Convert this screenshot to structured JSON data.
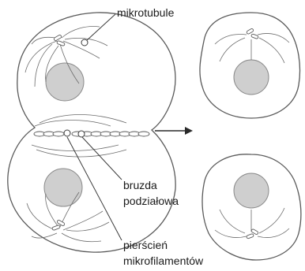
{
  "labels": {
    "microtubules": "mikrotubule",
    "cleavage_furrow_line1": "bruzda",
    "cleavage_furrow_line2": "podziałowa",
    "ring_line1": "pierścień",
    "ring_line2": "mikrofilamentów"
  },
  "colors": {
    "outline": "#5a5a5a",
    "nucleus_fill": "#cfcfcf",
    "cell_fill": "#ffffff",
    "text": "#1a1a1a"
  },
  "icons": [
    "arrow-right-icon"
  ]
}
